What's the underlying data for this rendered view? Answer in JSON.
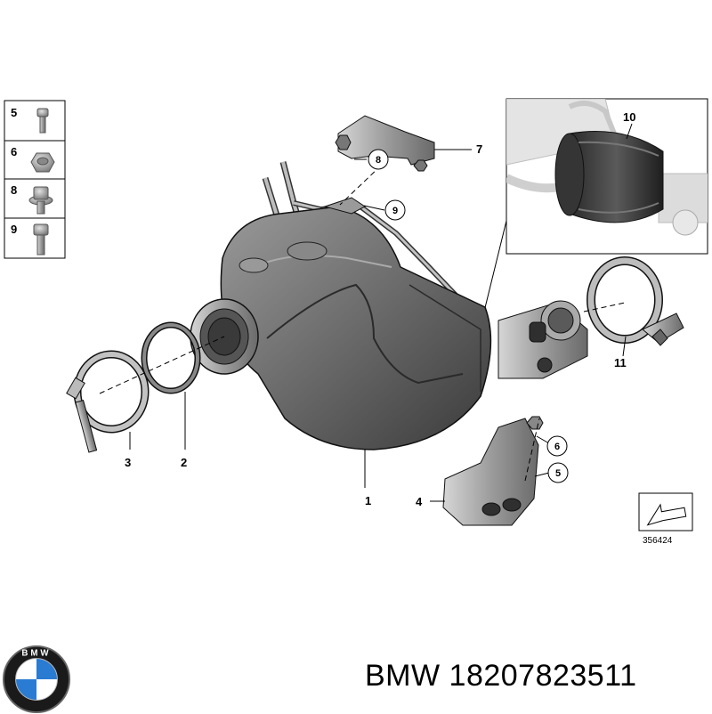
{
  "legend_panel": {
    "items": [
      {
        "number": "5",
        "icon": "bolt-icon"
      },
      {
        "number": "6",
        "icon": "hex-nut-icon"
      },
      {
        "number": "8",
        "icon": "flange-nut-icon"
      },
      {
        "number": "9",
        "icon": "bolt-icon"
      }
    ]
  },
  "callouts": {
    "part_1": "1",
    "part_2": "2",
    "part_3": "3",
    "part_4": "4",
    "part_5": "5",
    "part_6": "6",
    "part_7": "7",
    "part_8": "8",
    "part_9": "9",
    "part_10": "10",
    "part_11": "11"
  },
  "figure_number": "356424",
  "brand": {
    "logo_letters": "BMW",
    "caption": "BMW 18207823511"
  },
  "colors": {
    "part_body": "#6e6e6e",
    "part_dark": "#3f3f3f",
    "part_light": "#b4b4b4",
    "line": "#000000"
  }
}
